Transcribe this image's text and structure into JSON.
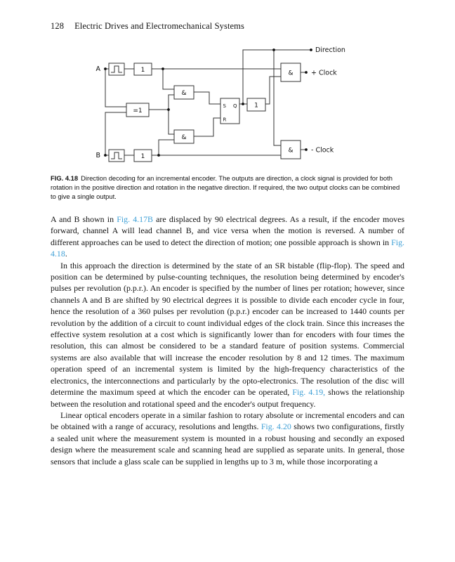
{
  "theme": {
    "link_color": "#3d9fd6",
    "text_color": "#111111",
    "diagram_line_color": "#333333"
  },
  "header": {
    "page_number": "128",
    "running_title": "Electric Drives and Electromechanical Systems"
  },
  "figure": {
    "labels": {
      "input_a": "A",
      "input_b": "B",
      "direction_output": "Direction",
      "plus_clock_output": "+ Clock",
      "minus_clock_output": "- Clock",
      "xor_gate": "=1",
      "and_gate": "&",
      "buffer_gate": "1",
      "sr_set": "S",
      "sr_q": "Q",
      "sr_reset": "R"
    },
    "caption_label": "FIG. 4.18",
    "caption_text": "Direction decoding for an incremental encoder. The outputs are direction, a clock signal is provided for both rotation in the positive direction and rotation in the negative direction. If required, the two output clocks can be combined to give a single output."
  },
  "body": {
    "paragraphs": [
      {
        "segments": [
          {
            "text": "A and B shown in "
          },
          {
            "text": "Fig. 4.17B",
            "style": "link"
          },
          {
            "text": " are displaced by 90 electrical degrees. As a result, if the encoder moves forward, channel A will lead channel B, and vice versa when the motion is reversed. A number of different approaches can be used to detect the direction of motion; one possible approach is shown in "
          },
          {
            "text": "Fig. 4.18",
            "style": "link"
          },
          {
            "text": "."
          }
        ]
      },
      {
        "segments": [
          {
            "text": "In this approach the direction is determined by the state of an SR bistable (flip-flop). The speed and position can be determined by pulse-counting techniques, the resolution being determined by encoder's pulses per revolution (p.p.r.). An encoder is specified by the number of lines per rotation; however, since channels A and B are shifted by 90 electrical degrees it is possible to divide each encoder cycle in four, hence the resolution of a 360 pulses per revolution (p.p.r.) encoder can be increased to 1440 counts per revolution by the addition of a circuit to count individual edges of the clock train. Since this increases the effective system resolution at a cost which is significantly lower than for encoders with four times the resolution, this can almost be considered to be a standard feature of position systems. Commercial systems are also available that will increase the encoder resolution by 8 and 12 times. The maximum operation speed of an incremental system is limited by the high-frequency characteristics of the electronics, the interconnections and particularly by the opto-electronics. The resolution of the disc will determine the maximum speed at which the encoder can be operated, "
          },
          {
            "text": "Fig. 4.19,",
            "style": "link"
          },
          {
            "text": " shows the relationship between the resolution and rotational speed and the encoder's output frequency."
          }
        ]
      },
      {
        "segments": [
          {
            "text": "Linear optical encoders operate in a similar fashion to rotary absolute or incremental encoders and can be obtained with a range of accuracy, resolutions and lengths. "
          },
          {
            "text": "Fig. 4.20",
            "style": "link"
          },
          {
            "text": " shows two configurations, firstly a sealed unit where the measurement system is mounted in a robust housing and secondly an exposed design where the measurement scale and scanning head are supplied as separate units. In general, those sensors that include a glass scale can be supplied in lengths up to 3 m, while those incorporating a"
          }
        ]
      }
    ]
  }
}
